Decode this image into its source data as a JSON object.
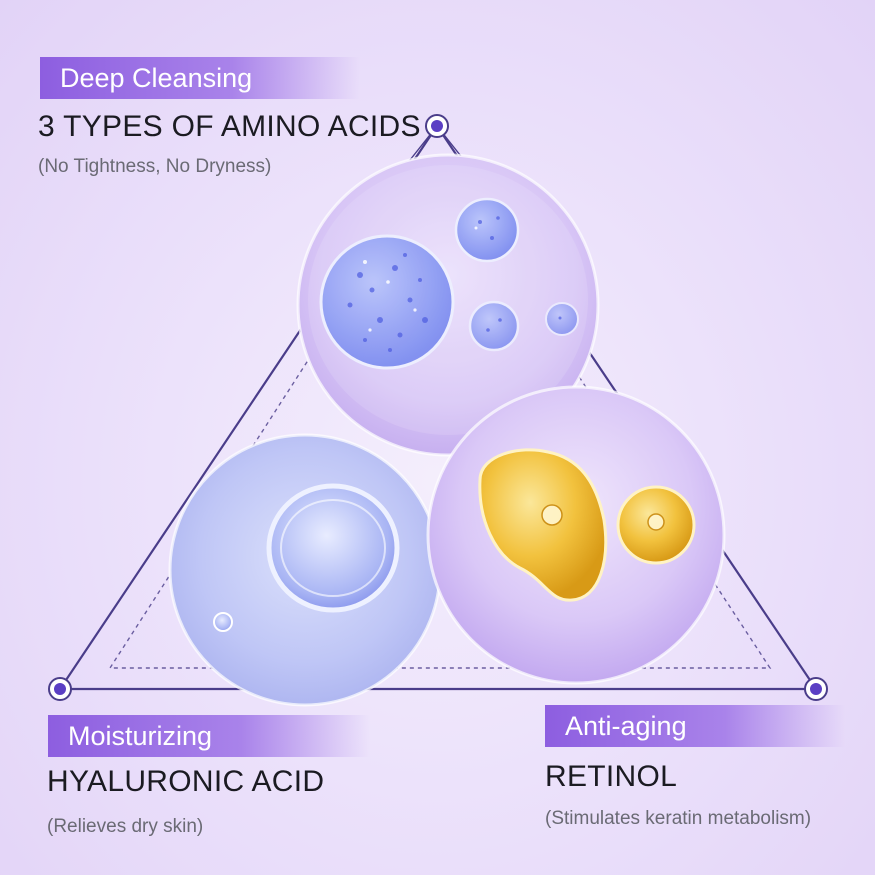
{
  "colors": {
    "accent": "#8d5ee0",
    "line": "#4a3d8a",
    "node": "#5b3fc4"
  },
  "sections": {
    "cleansing": {
      "benefit": "Deep Cleansing",
      "ingredient": "3 TYPES OF AMINO ACIDS",
      "note": "(No Tightness, No Dryness)"
    },
    "moisturizing": {
      "benefit": "Moisturizing",
      "ingredient": "HYALURONIC ACID",
      "note": "(Relieves dry skin)"
    },
    "antiaging": {
      "benefit": "Anti-aging",
      "ingredient": "RETINOL",
      "note": "(Stimulates keratin metabolism)"
    }
  },
  "icons": [
    "amino-acid-bubbles-icon",
    "hyaluronic-drop-icon",
    "retinol-oil-drop-icon"
  ]
}
